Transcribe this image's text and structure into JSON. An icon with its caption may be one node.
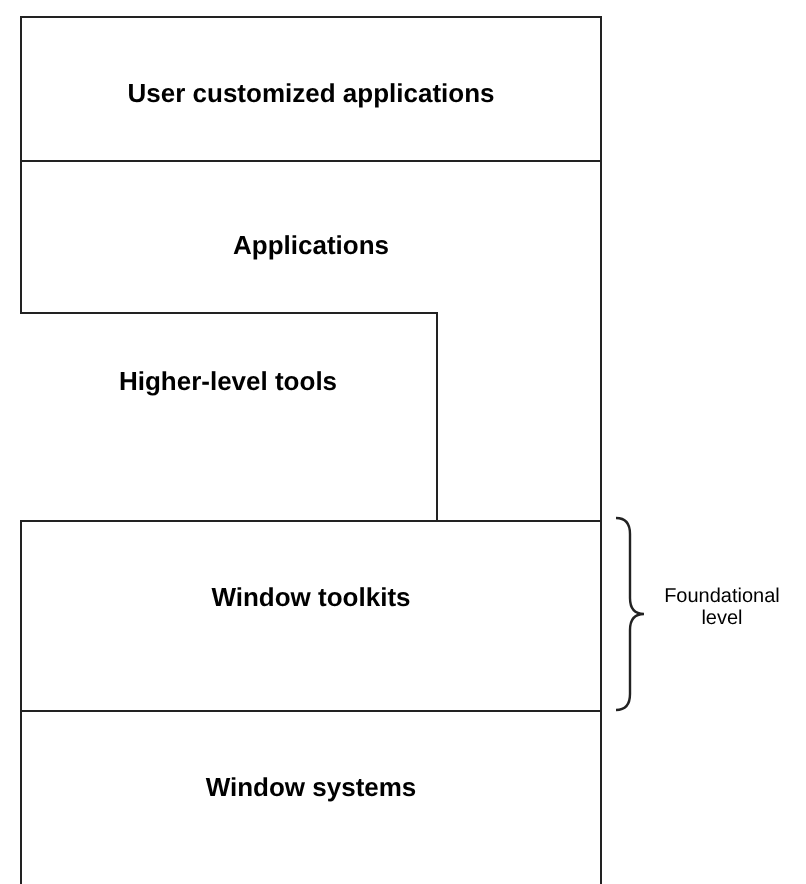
{
  "diagram": {
    "nodes": [
      {
        "text": [
          "User customized applications"
        ]
      },
      {
        "text": [
          "Applications"
        ]
      },
      {
        "text": [
          "Higher-level tools"
        ],
        "in": 1
      },
      {
        "text": [
          "Window toolkits"
        ]
      },
      {
        "text": [
          "Window systems"
        ]
      }
    ],
    "labels": [
      "Foundational level"
    ]
  }
}
